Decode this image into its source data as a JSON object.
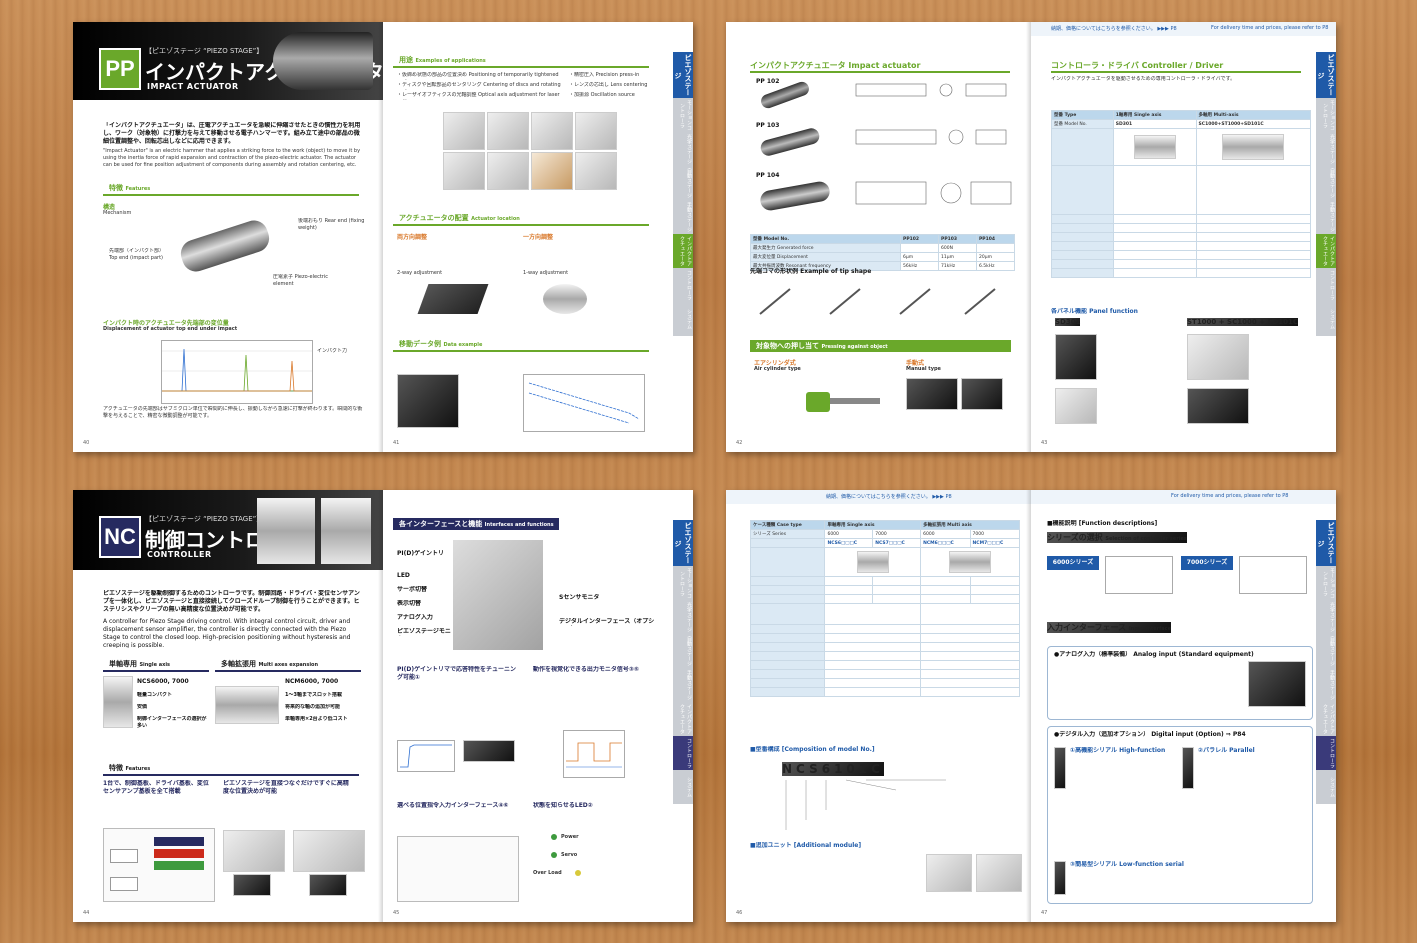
{
  "colors": {
    "green": "#6aa82a",
    "navy": "#262a60",
    "blue": "#1f5aa8",
    "pp_badge": "#6aa82a",
    "nc_badge": "#262a60"
  },
  "tabs": [
    "ピエゾステージ",
    "モーションコントローラ",
    "光学ステージ",
    "自動ステージ",
    "手動ステージ",
    "インパクトアクチュエータ",
    "コントローラ",
    "システム"
  ],
  "s1": {
    "left": {
      "header_pre": "【ピエゾステージ “PIEZO STAGE”】",
      "badge": "PP",
      "title": "インパクトアクチュエータ",
      "subtitle": "IMPACT ACTUATOR",
      "intro_jp": "「インパクトアクチュエータ」は、圧電アクチュエータを急峻に伸縮させたときの慣性力を利用し、ワーク（対象物）に打撃力を与えて移動させる電子ハンマーです。組み立て途中の部品の微細位置調整や、回転芯出しなどに応用できます。",
      "intro_en": "\"Impact Actuator\" is an electric hammer that applies a striking force to the work (object) to move it by using the inertia force of rapid expansion and contraction of the piezo-electric actuator. The actuator can be used for fine position adjustment of components during assembly and rotation centering, etc.",
      "features_title": "特徴",
      "features_en": "Features",
      "mechanism_jp": "構造",
      "mechanism_en": "Mechanism",
      "callouts": [
        "後端おもり Rear end (fixing weight)",
        "先端部（インパクト部） Top end (impact part)",
        "圧電素子 Piezo-electric element"
      ],
      "disp_title": "インパクト時のアクチュエータ先端部の変位量",
      "disp_en": "Displacement of actuator top end under impact",
      "chart_note": "インパクト力",
      "body_note": "アクチュエータの先端部はサブミクロン単位で瞬間的に伸長し、振動しながら急速に打撃が終わります。瞬間的な衝撃を与えることで、精密な微動調整が可能です。",
      "page_num": "40"
    },
    "right": {
      "apps_jp": "用途",
      "apps_en": "Examples of applications",
      "apps": [
        "・仮締め状態の部品の位置決め Positioning of temporarily tightened parts",
        "・ディスクや回転部品のセンタリング Centering of discs and rotating parts",
        "・レーザイオフティクスの光軸調整 Optical axis adjustment for laser optics",
        "・精密圧入 Precision press-in",
        "・レンズの芯出し Lens centering",
        "・加振源 Oscillation source"
      ],
      "place_jp": "アクチュエータの配置",
      "place_en": "Actuator location",
      "bi_jp": "両方向調整",
      "bi_en": "2-way adjustment",
      "uni_jp": "一方向調整",
      "uni_en": "1-way adjustment",
      "move_jp": "移動データ例",
      "move_en": "Data example",
      "page_num": "41"
    }
  },
  "s2": {
    "left": {
      "title": "インパクトアクチュエータ Impact actuator",
      "models": [
        "PP 102",
        "PP 103",
        "PP 104"
      ],
      "table_head": [
        "型番 Model No.",
        "PP102",
        "PP103",
        "PP104"
      ],
      "table_rows": [
        [
          "最大発生力 Generated force",
          "",
          "600N",
          ""
        ],
        [
          "最大変位量 Displacement",
          "6μm",
          "11μm",
          "20μm"
        ],
        [
          "最大共振周波数 Resonant frequency",
          "56kHz",
          "71kHz",
          "6.5kHz"
        ]
      ],
      "tip_jp": "先端コマの形状例",
      "tip_en": "Example of tip shape",
      "press_jp": "対象物への押し当て",
      "press_en": "Pressing against object",
      "air_jp": "エアシリンダ式",
      "air_en": "Air cylinder type",
      "manual_jp": "手動式",
      "manual_en": "Manual type",
      "page_num": "42"
    },
    "right": {
      "top_note": "納期、価格についてはこちらを参照ください。 ▶▶▶ P8",
      "top_note_en": "For delivery time and prices, please refer to P8",
      "title": "コントローラ・ドライバ Controller / Driver",
      "col_head": [
        "型番 Type",
        "1軸専用 Single axis",
        "多軸用 Multi-axis"
      ],
      "col_model": [
        "型番 Model No.",
        "SD301",
        "SC1000+ST1000+SD101C"
      ],
      "panel_jp": "各パネル機能",
      "panel_en": "Panel function",
      "panel_a": "SD301",
      "panel_b": "ST1000 + SC1000 + SD101C",
      "page_num": "43"
    }
  },
  "s3": {
    "left": {
      "header_pre": "【ピエゾステージ “PIEZO STAGE”】",
      "badge": "NC",
      "title": "制御コントローラ",
      "subtitle": "CONTROLLER",
      "intro_jp": "ピエゾステージを駆動制御するためのコントローラです。制御回路・ドライバ・変位センサアンプを一体化し、ピエゾステージと直接接続してクローズドループ制御を行うことができます。ヒステリシスやクリープの無い高精度な位置決めが可能です。",
      "intro_en": "A controller for Piezo Stage driving control. With integral control circuit, driver and displacement sensor amplifier, the controller is directly connected with the Piezo Stage to control the closed loop. High-precision positioning without hysteresis and creeping is possible.",
      "single_jp": "単軸専用",
      "single_en": "Single axis",
      "single_model": "NCS6000, 7000",
      "single_feats": [
        "軽量コンパクト",
        "安価",
        "制御インターフェースの選択が多い"
      ],
      "multi_jp": "多軸拡張用",
      "multi_en": "Multi axes expansion",
      "multi_model": "NCM6000, 7000",
      "multi_feats": [
        "1〜3軸までスロット搭載",
        "将来的な軸の追加が可能",
        "単軸専用×2台より低コスト"
      ],
      "feat_jp": "特徴",
      "feat_en": "Features",
      "feat1": "1台で、制御基板、ドライバ基板、変位センサアンプ基板を全て搭載",
      "feat2": "ピエゾステージを直接つなぐだけですぐに高精度な位置決めが可能",
      "page_num": "44"
    },
    "right": {
      "if_jp": "各インターフェースと機能",
      "if_en": "Interfaces and functions",
      "front": [
        "PI(D)ゲイントリマ",
        "LED",
        "サーボ切替",
        "表示切替",
        "アナログ入力",
        "ピエゾステージモニタ"
      ],
      "front_r": [
        "Sセンサモニタ",
        "デジタルインターフェース（オプション）"
      ],
      "box1": "PI(D)ゲイントリマで応答特性をチューニング可能①",
      "box2": "動作を視覚化できる出力モニタ信号③⑤",
      "box3": "選べる位置指令入力インターフェース④⑥",
      "box4": "状態を知らせるLED②",
      "leds": [
        "Power",
        "Servo",
        "Over Load"
      ],
      "page_num": "45"
    }
  },
  "s4": {
    "left": {
      "top_note": "納期、価格についてはこちらを参照ください。 ▶▶▶ P8",
      "series_head": [
        "ケース種類 Case type",
        "単軸専用 Single axis",
        "多軸拡張用 Multi axis"
      ],
      "series_row": [
        "シリーズ Series",
        "6000",
        "7000",
        "6000",
        "7000"
      ],
      "models": [
        "NCS6□□□C",
        "NCS7□□□C",
        "NCM6□□□C",
        "NCM7□□□C"
      ],
      "model_title": "■型番構成 [Composition of model No.]",
      "model_code": "NCS6101C",
      "add_title": "■追加ユニット [Additional module]",
      "page_num": "46"
    },
    "right": {
      "top_note_en": "For delivery time and prices, please refer to P8",
      "func_title": "■機能説明 [Function descriptions]",
      "select_jp": "シリーズの選択",
      "select_en": "Selection of controller series",
      "s6000": "6000シリーズ",
      "s7000": "7000シリーズ",
      "input_jp": "入力インターフェース",
      "input_en": "Input interface",
      "analog": "●アナログ入力（標準装備） Analog input (Standard equipment)",
      "digital": "●デジタル入力（追加オプション） Digital input (Option) ⇒ P84",
      "hs_serial": "①高機能シリアル High-function serial",
      "parallel": "②パラレル Parallel",
      "ls_serial": "③簡易型シリアル Low-function serial",
      "page_num": "47"
    }
  }
}
